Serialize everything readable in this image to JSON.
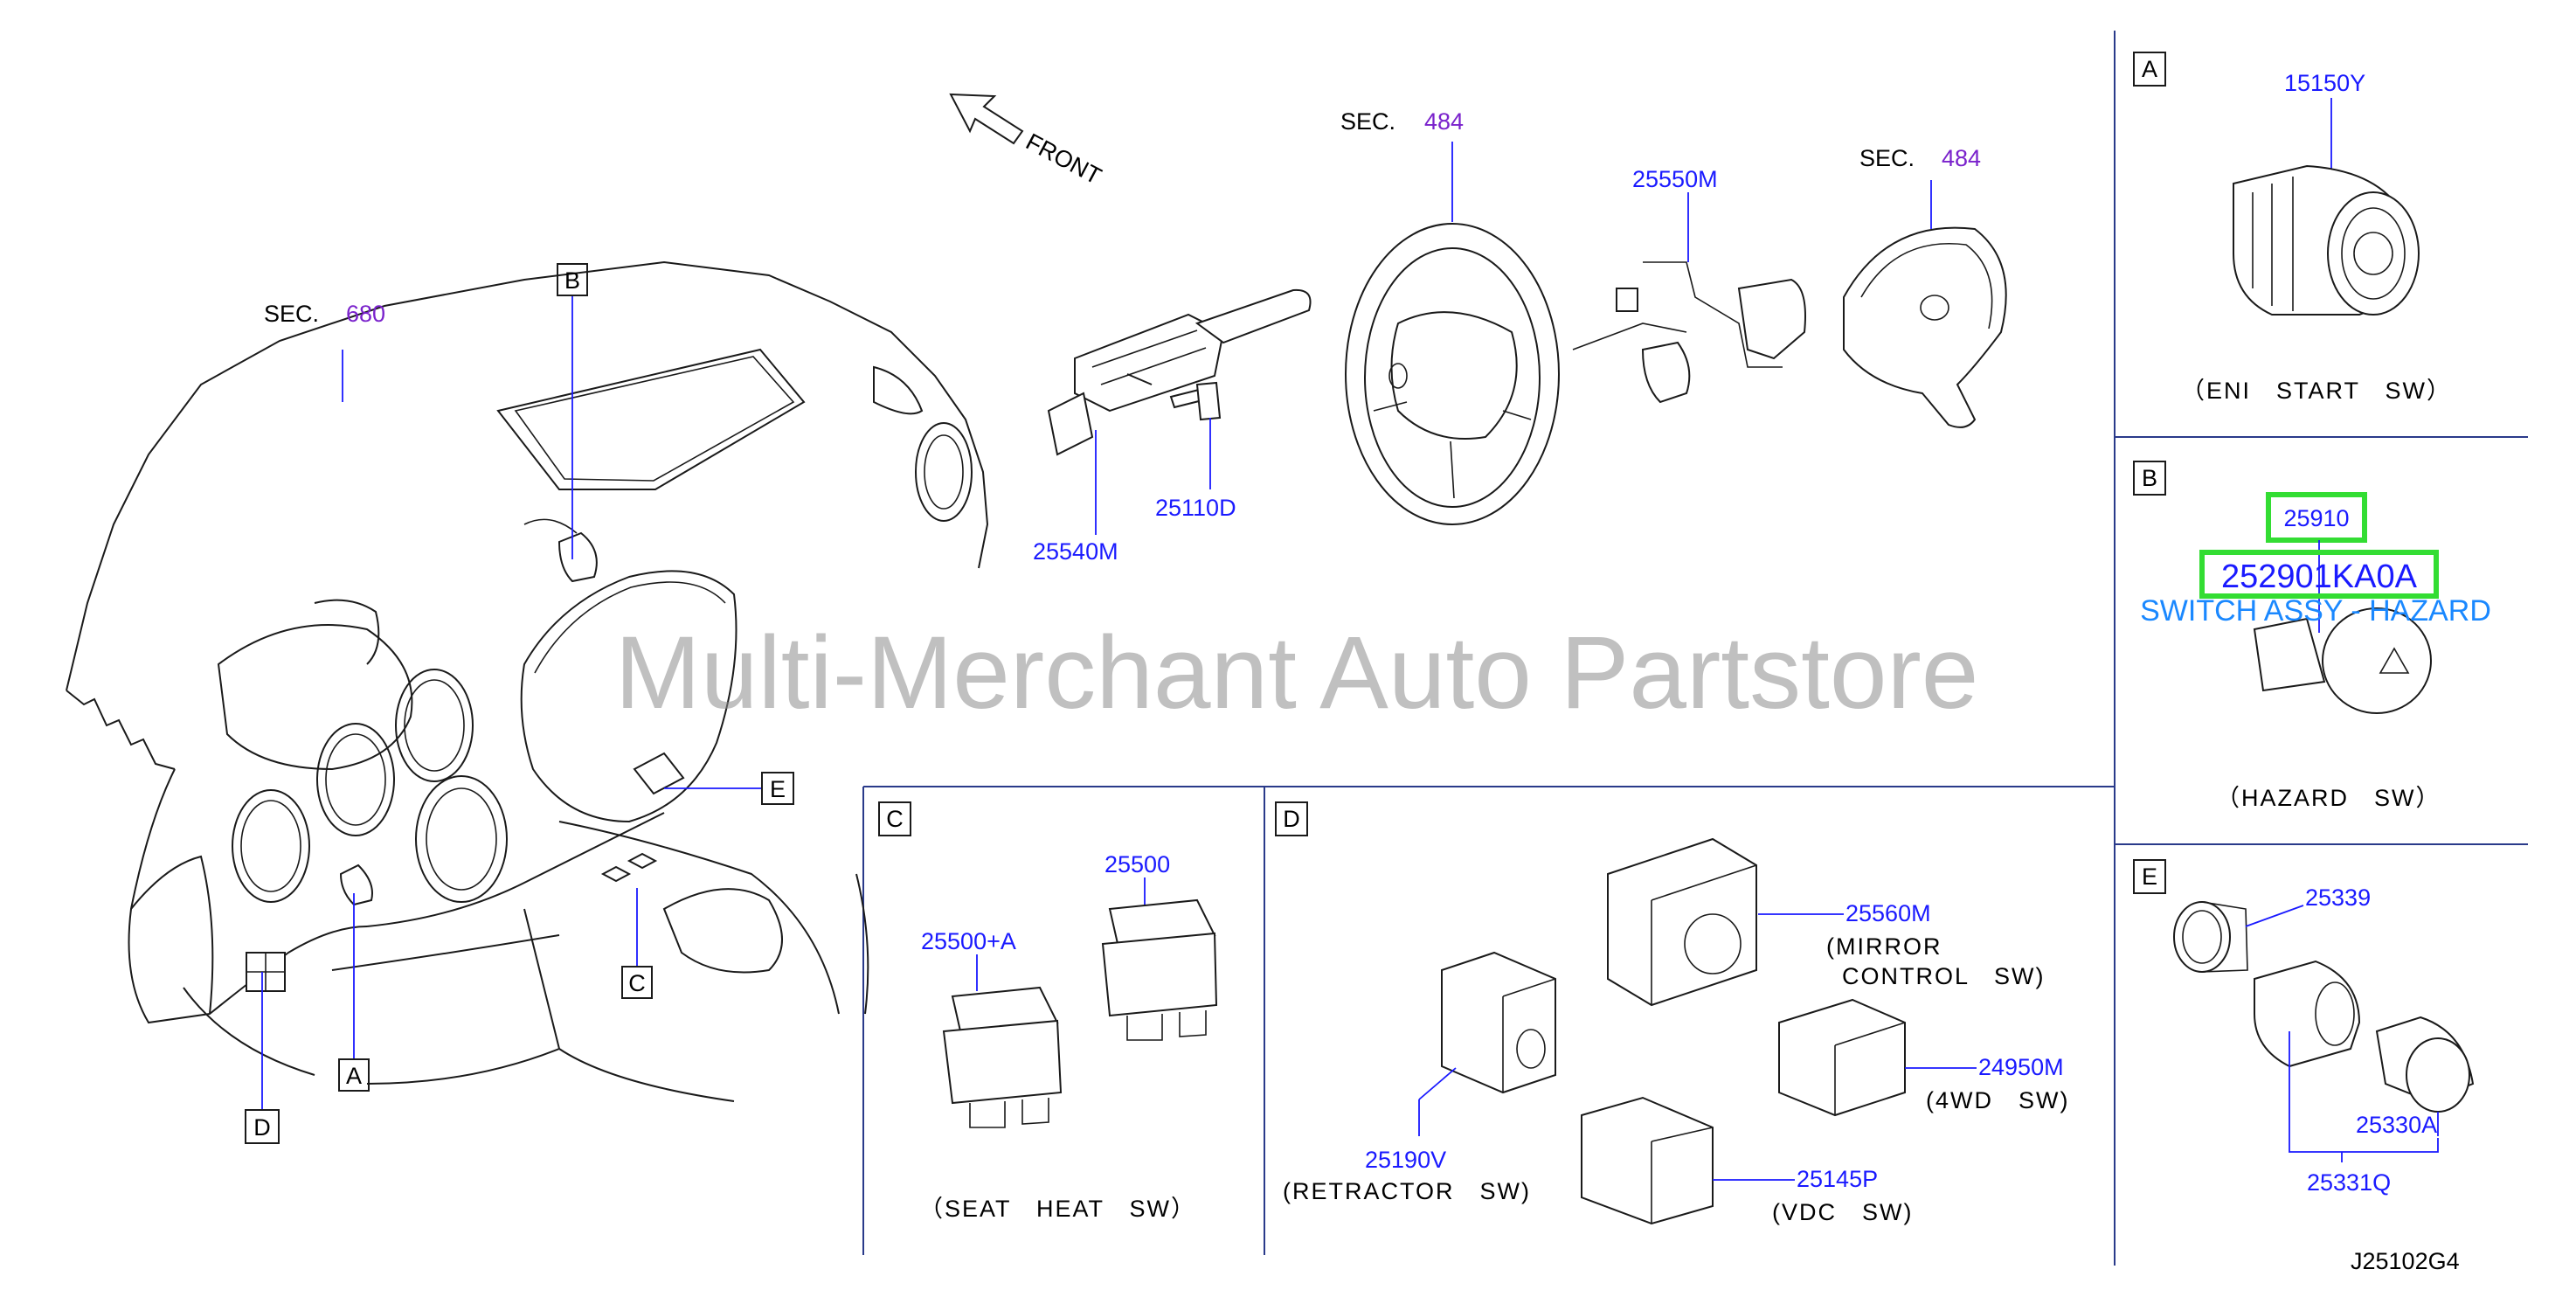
{
  "watermark": "Multi-Merchant Auto Partstore",
  "diagram_code": "J25102G4",
  "front_label": "FRONT",
  "sec_label": "SEC.",
  "sections": {
    "sec_680": "680",
    "sec_484_a": "484",
    "sec_484_b": "484"
  },
  "callout_letters": {
    "b": "B",
    "e": "E",
    "c": "C",
    "a": "A",
    "d": "D"
  },
  "panels": {
    "A": {
      "letter": "A",
      "part": "15150Y",
      "caption": "（ENI　START　SW）"
    },
    "B": {
      "letter": "B",
      "part": "25910",
      "caption": "（HAZARD　SW）"
    },
    "C": {
      "letter": "C",
      "parts": [
        "25500+A",
        "25500"
      ],
      "caption": "（SEAT　HEAT　SW）"
    },
    "D": {
      "letter": "D",
      "parts": [
        "25560M",
        "24950M",
        "25190V",
        "25145P"
      ],
      "labels": [
        "(MIRROR",
        "CONTROL　SW)",
        "(4WD　SW)",
        "(RETRACTOR　SW)",
        "(VDC　SW)"
      ]
    },
    "E": {
      "letter": "E",
      "parts": [
        "25339",
        "25330A",
        "25331Q"
      ]
    }
  },
  "column_parts": {
    "switch": "25540M",
    "bolt": "25110D",
    "harness": "25550M"
  },
  "highlight": {
    "part_number": "252901KA0A",
    "part_name": "SWITCH ASSY - HAZARD"
  },
  "colors": {
    "part_number": "#1a1aff",
    "section_number": "#7a22cc",
    "highlight_border": "#33dd33",
    "highlight_text": "#1a88ff"
  }
}
